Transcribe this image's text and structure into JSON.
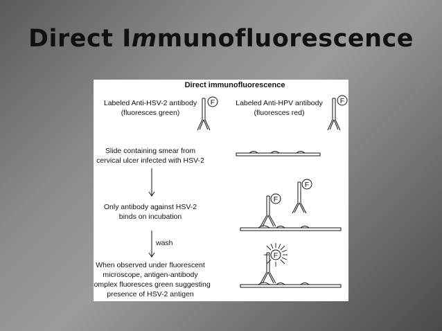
{
  "slide": {
    "title_part1": "Direct I",
    "title_part2": "m",
    "title_part3": "munofluorescence"
  },
  "diagram": {
    "heading": "Direct immunofluorescence",
    "left_antibody_line1": "Labeled Anti-HSV-2 antibody",
    "left_antibody_line2": "(fluoresces green)",
    "right_antibody_line1": "Labeled Anti-HPV antibody",
    "right_antibody_line2": "(fluoresces red)",
    "step1_line1": "Slide containing smear from",
    "step1_line2": "cervical ulcer infected with HSV-2",
    "step2_line1": "Only antibody against HSV-2",
    "step2_line2": "binds on incubation",
    "wash_label": "wash",
    "step3_line1": "When observed under fluorescent",
    "step3_line2": "microscope, antigen-antibody",
    "step3_line3": "complex fluoresces green suggesting",
    "step3_line4": "presence of HSV-2 antigen",
    "fluor_tag": "F"
  }
}
